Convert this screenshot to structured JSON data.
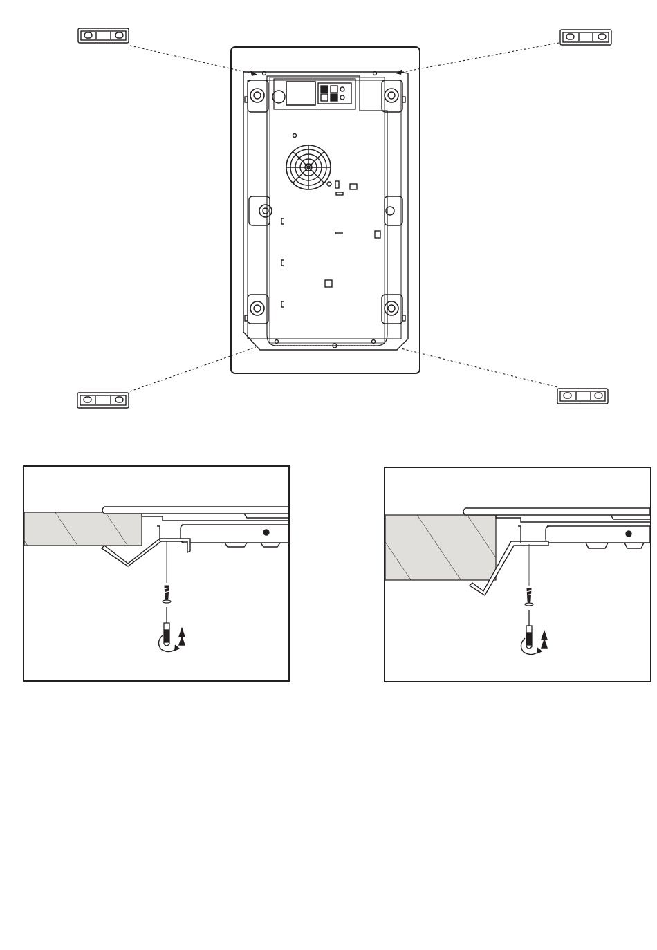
{
  "figure": {
    "description_visible_text": "",
    "colors": {
      "line": "#231f20",
      "worktop_fill": "#e0dfdc",
      "background": "#ffffff"
    },
    "parts": {
      "hob_underside": {
        "icon": "hob-bottom-view-icon"
      },
      "brackets": {
        "count": 4,
        "icon": "fixing-bracket-icon"
      },
      "details": [
        {
          "id": "thin-worktop",
          "icon": "mounting-section-icon"
        },
        {
          "id": "thick-worktop",
          "icon": "mounting-section-icon"
        }
      ],
      "tools": {
        "screw_icon": "screw-icon",
        "screwdriver_icon": "screwdriver-icon",
        "rotation_icon": "clockwise-rotation-icon"
      }
    }
  }
}
